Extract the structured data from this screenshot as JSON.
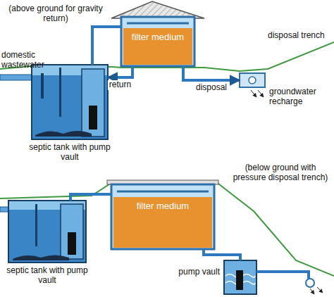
{
  "diagram": {
    "nodes": [
      {
        "text": [
          "septic tank with pump vault"
        ]
      },
      {
        "text": [
          "filter medium"
        ]
      },
      {
        "text": [
          "disposal trench"
        ]
      },
      {
        "text": [
          "septic tank with pump vault"
        ]
      },
      {
        "text": [
          "filter medium"
        ]
      },
      {
        "text": [
          "pump vault"
        ]
      }
    ],
    "edges": [
      {
        "from": 0,
        "to": 1,
        "arrow": "none"
      },
      {
        "from": 1,
        "to": 0,
        "label": "return",
        "arrow": "to"
      },
      {
        "from": 1,
        "to": 2,
        "label": "disposal",
        "arrow": "to"
      },
      {
        "from": 3,
        "to": 4,
        "arrow": "none"
      },
      {
        "from": 4,
        "to": 5,
        "arrow": "none"
      }
    ],
    "labels": [
      "(above ground for gravity return)",
      "domestic wastewater",
      "groundwater recharge",
      "(below ground with pressure disposal trench)"
    ]
  }
}
